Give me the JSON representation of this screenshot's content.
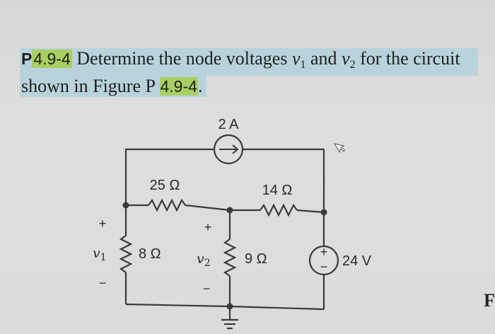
{
  "problem": {
    "prefix": "P",
    "id": "4.9-4",
    "text_before_v1": " Determine the node voltages ",
    "v_symbol": "v",
    "v1_sub": "1",
    "text_and": " and ",
    "v2_sub": "2",
    "text_after": " for the circuit",
    "line2_start": "shown in Figure P ",
    "figure_ref": "4.9-4",
    "line2_end": "."
  },
  "circuit": {
    "current_source": "2 A",
    "r_top_left": "25 Ω",
    "r_top_right": "14 Ω",
    "r_left": "8 Ω",
    "r_middle": "9 Ω",
    "voltage_source": "24 V",
    "v1_label": "v",
    "v1_sub": "1",
    "v2_label": "v",
    "v2_sub": "2",
    "plus": "+",
    "minus": "−",
    "source_plus": "+",
    "source_minus": "−"
  },
  "edge_letter": "F",
  "colors": {
    "background": "#dcdcdc",
    "text_highlight": "#b9d3dc",
    "id_highlight": "#a8cf62",
    "wire": "#3a3a3a"
  },
  "icons": {
    "cursor": "mouse-cursor-icon"
  }
}
